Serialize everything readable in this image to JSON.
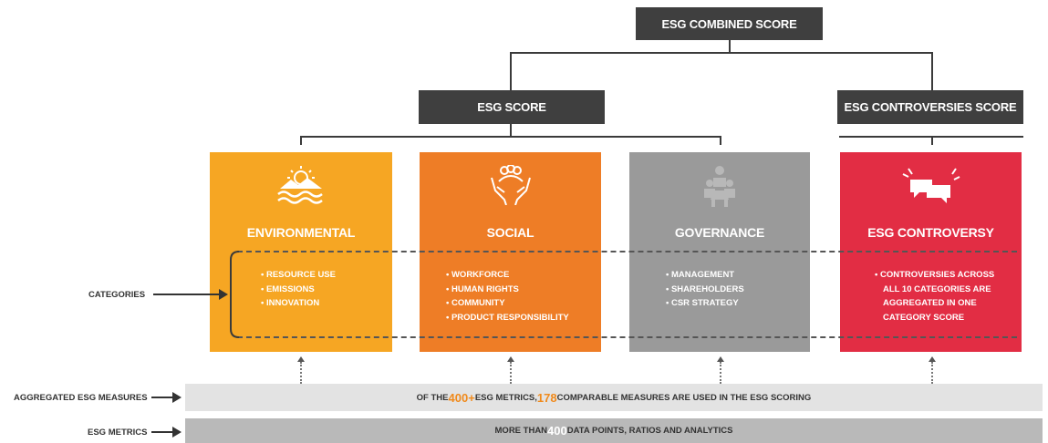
{
  "header": {
    "combined": "ESG COMBINED SCORE",
    "esg_score": "ESG SCORE",
    "controversies_score": "ESG CONTROVERSIES SCORE"
  },
  "cards": [
    {
      "title": "ENVIRONMENTAL",
      "color": "#f6a623",
      "icon": "landscape-icon",
      "items": [
        "RESOURCE USE",
        "EMISSIONS",
        "INNOVATION"
      ]
    },
    {
      "title": "SOCIAL",
      "color": "#ee7d26",
      "icon": "hands-people-icon",
      "items": [
        "WORKFORCE",
        "HUMAN RIGHTS",
        "COMMUNITY",
        "PRODUCT RESPONSIBILITY"
      ]
    },
    {
      "title": "GOVERNANCE",
      "color": "#9a9a9a",
      "icon": "meeting-icon",
      "items": [
        "MANAGEMENT",
        "SHAREHOLDERS",
        "CSR STRATEGY"
      ]
    },
    {
      "title": "ESG CONTROVERSY",
      "color": "#e22d44",
      "icon": "speech-bubbles-icon",
      "items": [
        "CONTROVERSIES ACROSS",
        "ALL 10 CATEGORIES ARE",
        "AGGREGATED IN ONE",
        "CATEGORY SCORE"
      ]
    }
  ],
  "side_labels": {
    "categories": "CATEGORIES",
    "aggregated": "AGGREGATED ESG MEASURES",
    "metrics": "ESG METRICS"
  },
  "aggregated_band": {
    "pre": "OF THE ",
    "num1": "400+",
    "mid": " ESG METRICS, ",
    "num2": "178",
    "post": " COMPARABLE MEASURES ARE USED IN THE ESG SCORING"
  },
  "metrics_band": {
    "pre": "MORE THAN ",
    "num": "400",
    "post": " DATA POINTS, RATIOS AND ANALYTICS"
  }
}
